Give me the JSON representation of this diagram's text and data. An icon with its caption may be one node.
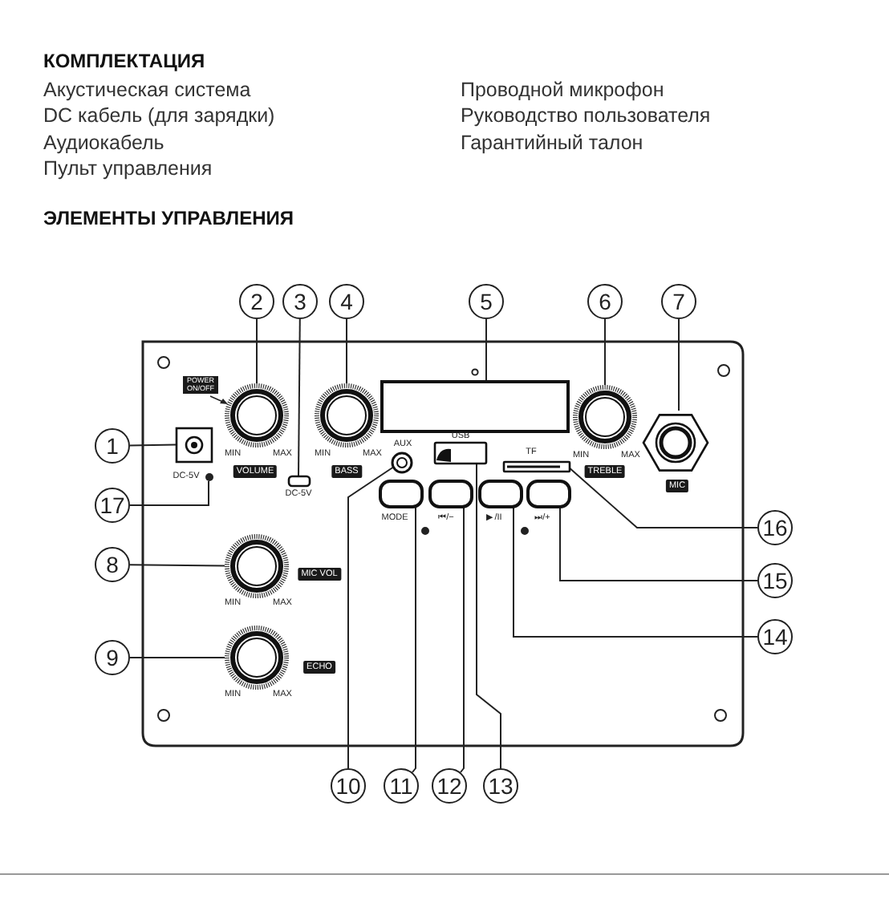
{
  "diagram": {
    "nodes": [
      {
        "text": [
          "1"
        ]
      },
      {
        "text": [
          "2"
        ]
      },
      {
        "text": [
          "3"
        ]
      },
      {
        "text": [
          "4"
        ]
      },
      {
        "text": [
          "5"
        ]
      },
      {
        "text": [
          "6"
        ]
      },
      {
        "text": [
          "7"
        ]
      },
      {
        "text": [
          "8"
        ]
      },
      {
        "text": [
          "9"
        ]
      },
      {
        "text": [
          "10"
        ]
      },
      {
        "text": [
          "11"
        ]
      },
      {
        "text": [
          "12"
        ]
      },
      {
        "text": [
          "13"
        ]
      },
      {
        "text": [
          "14"
        ]
      },
      {
        "text": [
          "15"
        ]
      },
      {
        "text": [
          "16"
        ]
      },
      {
        "text": [
          "17"
        ]
      },
      {
        "text": [],
        "shape": "box"
      },
      {
        "text": [],
        "shape": "circle"
      },
      {
        "text": [],
        "shape": "box"
      },
      {
        "text": [],
        "shape": "circle"
      },
      {
        "text": [],
        "shape": "box"
      },
      {
        "text": [],
        "shape": "circle"
      },
      {
        "text": [],
        "shape": "hexagon"
      },
      {
        "text": [],
        "shape": "circle"
      },
      {
        "text": [],
        "shape": "circle"
      },
      {
        "text": [],
        "shape": "circle"
      },
      {
        "text": [],
        "shape": "box"
      },
      {
        "text": [],
        "shape": "box"
      },
      {
        "text": [],
        "shape": "box"
      },
      {
        "text": [],
        "shape": "box"
      },
      {
        "text": [],
        "shape": "box"
      },
      {
        "text": [],
        "shape": "box"
      },
      {
        "text": [],
        "shape": "circle"
      }
    ],
    "edges": [
      {
        "from": 0,
        "to": 17,
        "arrow": "none"
      },
      {
        "from": 1,
        "to": 18,
        "arrow": "none"
      },
      {
        "from": 2,
        "to": 19,
        "arrow": "none"
      },
      {
        "from": 3,
        "to": 20,
        "arrow": "none"
      },
      {
        "from": 4,
        "to": 21,
        "arrow": "none"
      },
      {
        "from": 5,
        "to": 22,
        "arrow": "none"
      },
      {
        "from": 6,
        "to": 23,
        "arrow": "none"
      },
      {
        "from": 7,
        "to": 24,
        "arrow": "none"
      },
      {
        "from": 8,
        "to": 25,
        "arrow": "none"
      },
      {
        "from": 9,
        "to": 26,
        "arrow": "none"
      },
      {
        "from": 10,
        "to": 27,
        "arrow": "none"
      },
      {
        "from": 11,
        "to": 28,
        "arrow": "none"
      },
      {
        "from": 12,
        "to": 29,
        "arrow": "none"
      },
      {
        "from": 13,
        "to": 30,
        "arrow": "none"
      },
      {
        "from": 14,
        "to": 31,
        "arrow": "none"
      },
      {
        "from": 15,
        "to": 32,
        "arrow": "none"
      },
      {
        "from": 16,
        "to": 33,
        "arrow": "none"
      }
    ],
    "labels": [
      "КОМПЛЕКТАЦИЯ",
      "Акустическая система",
      "Проводной микрофон",
      "DC кабель (для зарядки)",
      "Руководство пользователя",
      "Аудиокабель",
      "Гарантийный талон",
      "Пульт управления",
      "ЭЛЕМЕНТЫ УПРАВЛЕНИЯ",
      "POWER ON/OFF",
      "MIN",
      "MAX",
      "VOLUME",
      "DC-5V",
      "DC-5V",
      "MIN",
      "MAX",
      "BASS",
      "AUX",
      "USB",
      "TF",
      "MIN",
      "MAX",
      "TREBLE",
      "MIC",
      "MODE",
      "⏮/−",
      "▶/II",
      "⏭/+",
      "MIC VOL",
      "MIN",
      "MAX",
      "ECHO",
      "MIN",
      "MAX"
    ]
  }
}
